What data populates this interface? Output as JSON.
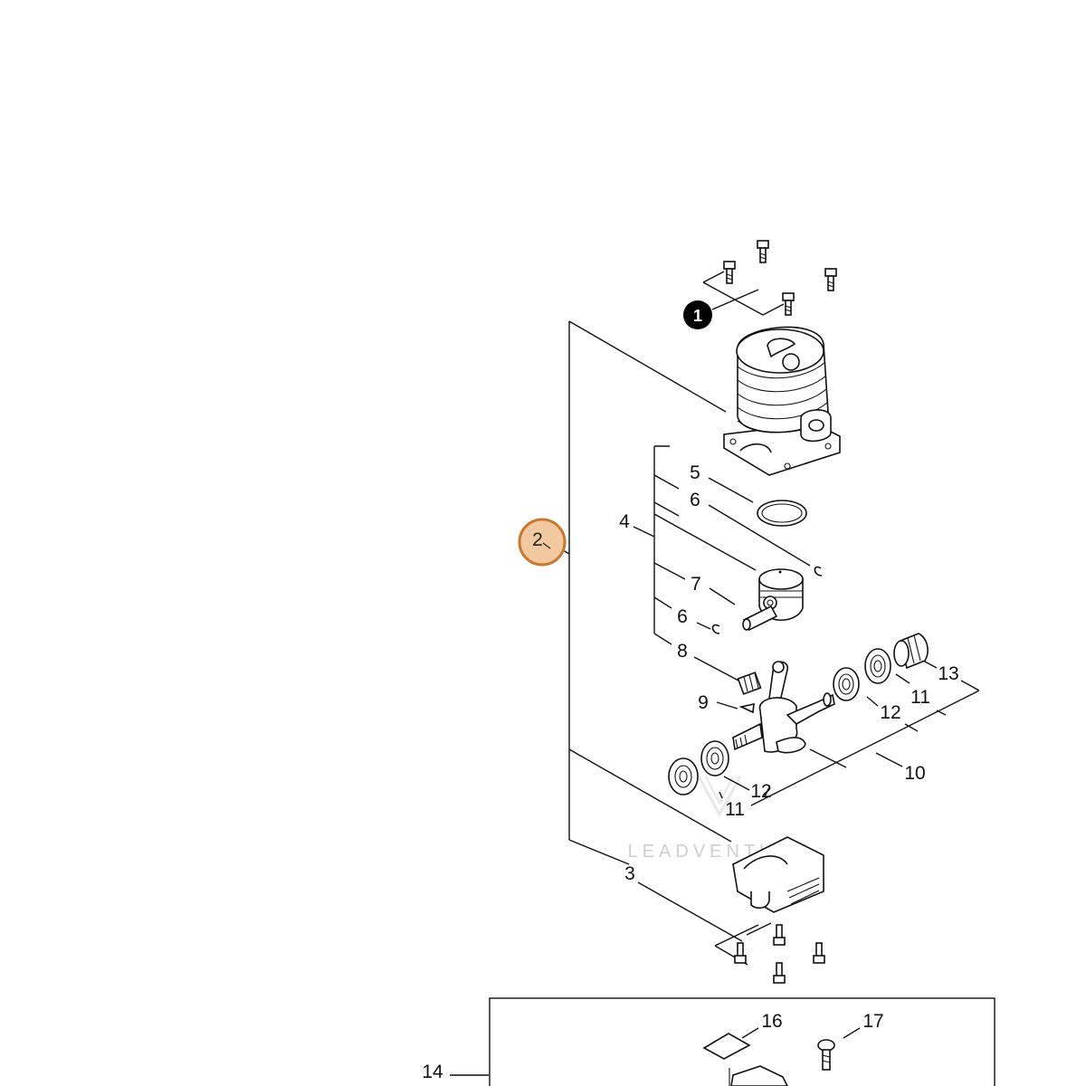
{
  "callouts": {
    "c1": "1",
    "c2": "2",
    "c3": "3",
    "c4": "4",
    "c5": "5",
    "c6a": "6",
    "c6b": "6",
    "c7": "7",
    "c8": "8",
    "c9": "9",
    "c10": "10",
    "c11a": "11",
    "c11b": "11",
    "c12a": "12",
    "c12b": "12",
    "c13": "13",
    "c14": "14",
    "c16": "16",
    "c17": "17"
  },
  "watermark": "LEADVENTURE",
  "colors": {
    "highlight_fill": "#f2c8a0",
    "highlight_stroke": "#c8782e",
    "badge_fill": "#000000"
  }
}
